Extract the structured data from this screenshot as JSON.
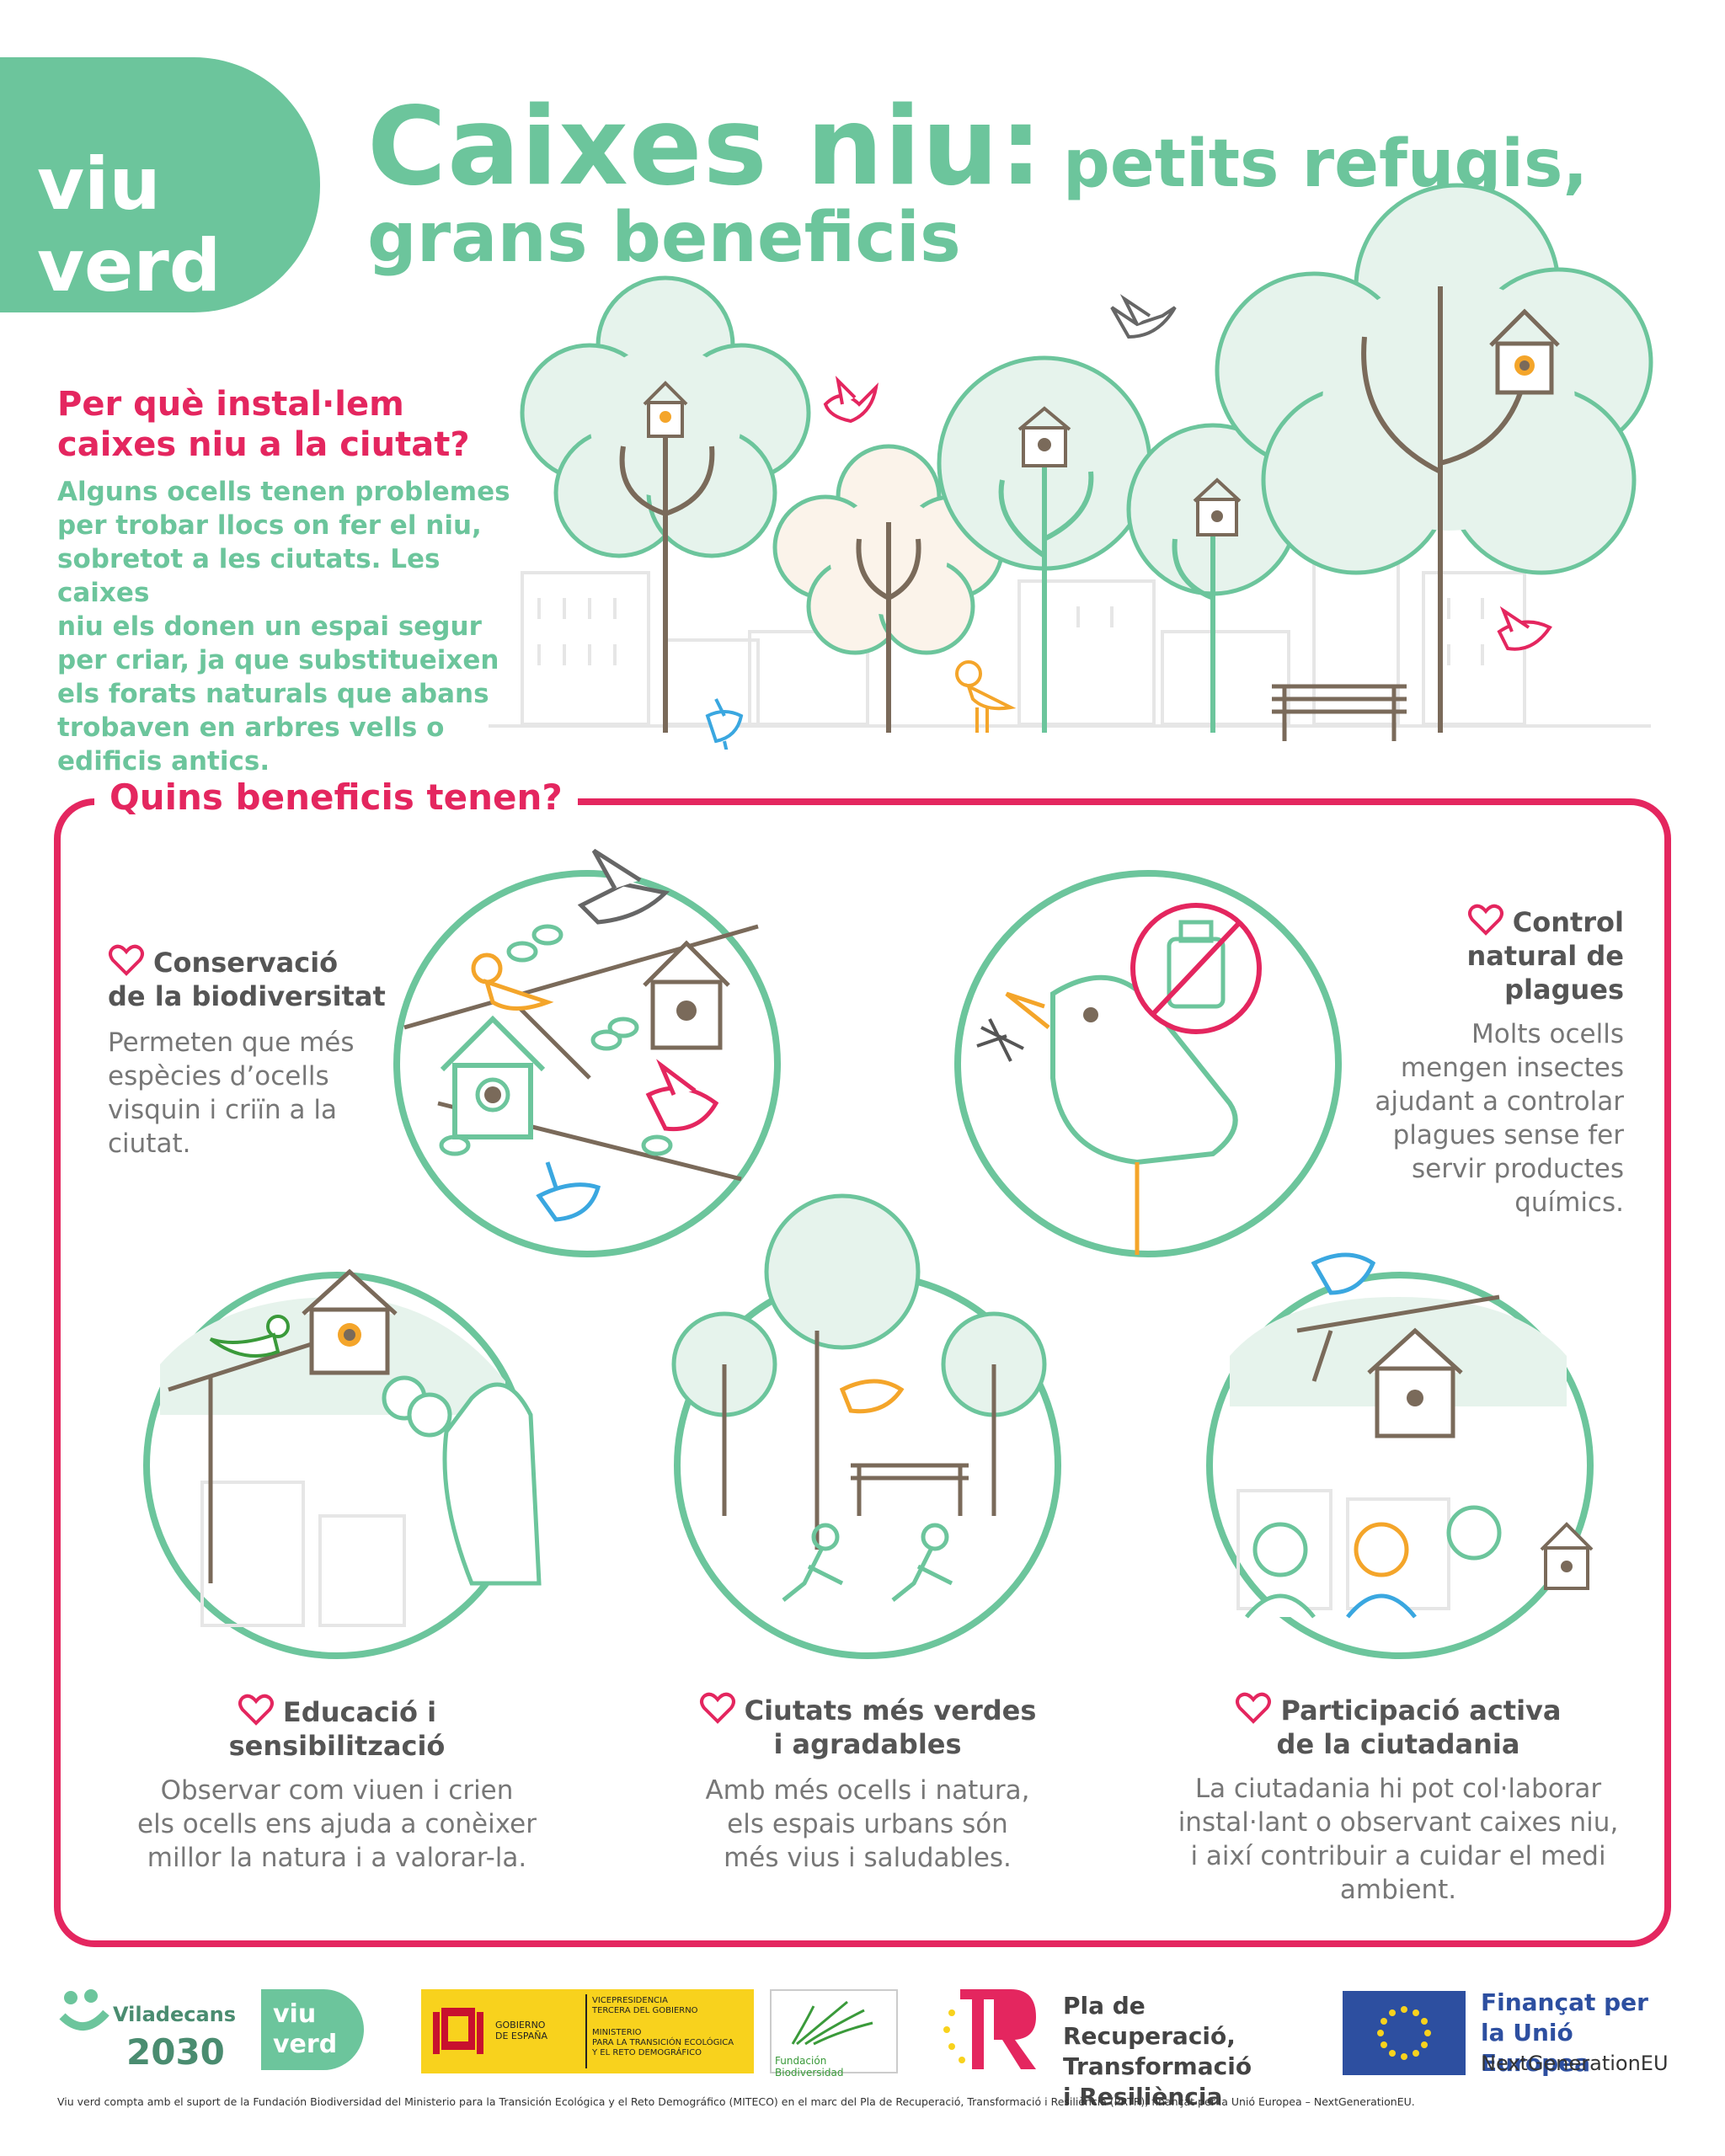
{
  "header": {
    "tab_line1": "viu",
    "tab_line2": "verd",
    "title_main": "Caixes niu:",
    "title_sub1": "petits refugis,",
    "title_sub2": "grans beneficis"
  },
  "intro": {
    "heading_line1": "Per què instal·lem",
    "heading_line2": "caixes niu a la ciutat?",
    "lines": [
      "Alguns ocells tenen problemes",
      "per trobar llocs on fer el niu,",
      "sobretot a les ciutats. Les caixes",
      "niu els donen un espai segur",
      "per criar, ja que substitueixen",
      "els forats naturals que abans",
      "trobaven en arbres vells o",
      "edificis antics."
    ]
  },
  "benefits": {
    "section_title": "Quins beneficis tenen?",
    "conservacio": {
      "title_line1": "Conservació",
      "title_line2": "de la biodiversitat",
      "lines": [
        "Permeten que més",
        "espècies d’ocells",
        "visquin i criïn a la",
        "ciutat."
      ]
    },
    "control": {
      "title_line1": "Control",
      "title_line2": "natural de",
      "title_line3": "plagues",
      "lines": [
        "Molts ocells",
        "mengen insectes",
        "ajudant a controlar",
        "plagues sense fer",
        "servir productes",
        "químics."
      ]
    },
    "educacio": {
      "title_line1": "Educació i",
      "title_line2": "sensibilització",
      "lines": [
        "Observar com viuen i crien",
        "els ocells ens ajuda a conèixer",
        "millor la natura i a valorar-la."
      ]
    },
    "ciutats": {
      "title_line1": "Ciutats més verdes",
      "title_line2": "i agradables",
      "lines": [
        "Amb més ocells i natura,",
        "els espais urbans són",
        "més vius i saludables."
      ]
    },
    "participacio": {
      "title_line1": "Participació activa",
      "title_line2": "de la ciutadania",
      "lines": [
        "La ciutadania hi pot col·laborar",
        "instal·lant o observant caixes niu,",
        "i així contribuir a cuidar el medi",
        "ambient."
      ]
    }
  },
  "footer": {
    "viladecans": "Viladecans",
    "year": "2030",
    "viu": "viu",
    "verd": "verd",
    "gobierno": "GOBIERNO\nDE ESPAÑA",
    "vice_line1": "VICEPRESIDENCIA",
    "vice_line2": "TERCERA DEL GOBIERNO",
    "min_line1": "MINISTERIO",
    "min_line2": "PARA LA TRANSICIÓN ECOLÓGICA",
    "min_line3": "Y EL RETO DEMOGRÁFICO",
    "fundacion": "Fundación Biodiversidad",
    "plan_line1": "Pla de Recuperació,",
    "plan_line2": "Transformació",
    "plan_line3": "i Resiliència",
    "eu_line1": "Finançat per",
    "eu_line2": "la Unió Europea",
    "eu_line3": "NextGenerationEU",
    "footnote": "Viu verd compta amb el suport de la Fundación Biodiversidad del Ministerio para la Transición Ecológica y el Reto Demográfico (MITECO) en el marc del Pla de Recuperació, Transformació i Resiliència (PRTR), finançat per la Unió Europea – NextGenerationEU."
  },
  "colors": {
    "green": "#6cc59c",
    "pink": "#e4265f",
    "orange": "#f4a52a",
    "blue": "#3aa7e0",
    "brown": "#7a6a5a"
  }
}
